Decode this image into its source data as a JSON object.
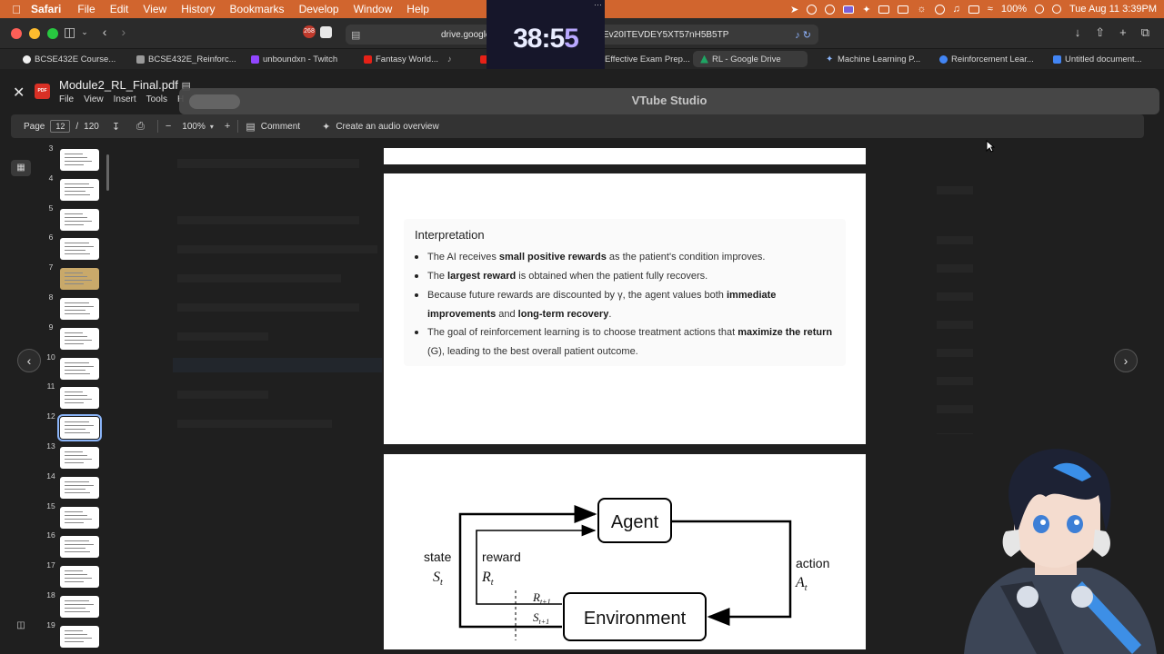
{
  "menubar": {
    "app": "Safari",
    "items": [
      "File",
      "Edit",
      "View",
      "History",
      "Bookmarks",
      "Develop",
      "Window",
      "Help"
    ],
    "battery": "100%",
    "datetime": "Tue Aug 11  3:39PM"
  },
  "safari": {
    "url_left": "drive.google",
    "url_right": "Ev20ITEVDEY5XT57nH5B5TP",
    "badge": "268"
  },
  "tabs": [
    {
      "label": "BCSE432E Course...",
      "color": "#111111"
    },
    {
      "label": "BCSE432E_Reinforc...",
      "color": "#8e8e8e"
    },
    {
      "label": "unboundxn - Twitch",
      "color": "#9146ff"
    },
    {
      "label": "Fantasy World...",
      "color": "#e62117"
    },
    {
      "label": "Effective Exam Prep...",
      "color": "#e62117"
    },
    {
      "label": "RL - Google Drive",
      "color": "#1fa463"
    },
    {
      "label": "Machine Learning P...",
      "color": "#4285f4"
    },
    {
      "label": "Reinforcement Lear...",
      "color": "#4285f4"
    },
    {
      "label": "Untitled document...",
      "color": "#4285f4"
    }
  ],
  "timer": {
    "text_a": "38:5",
    "text_b": "5"
  },
  "viewer": {
    "pdf_label": "PDF",
    "title": "Module2_RL_Final.pdf",
    "menu": [
      "File",
      "View",
      "Insert",
      "Tools",
      "H"
    ]
  },
  "vtube": {
    "title": "VTube Studio"
  },
  "toolbar": {
    "page_label": "Page",
    "page_current": "12",
    "page_sep": "/",
    "page_total": "120",
    "zoom": "100%",
    "comment": "Comment",
    "audio": "Create an audio overview"
  },
  "thumbnails": [
    "3",
    "4",
    "5",
    "6",
    "7",
    "8",
    "9",
    "10",
    "11",
    "12",
    "13",
    "14",
    "15",
    "16",
    "17",
    "18",
    "19"
  ],
  "selected_page": "12",
  "interpretation": {
    "heading": "Interpretation",
    "b1_a": "The AI receives ",
    "b1_b": "small positive rewards",
    "b1_c": " as the patient's condition improves.",
    "b2_a": "The ",
    "b2_b": "largest reward",
    "b2_c": " is obtained when the patient fully recovers.",
    "b3_a": "Because future rewards are discounted by γ, the agent values both ",
    "b3_b": "immediate improvements",
    "b3_c": " and ",
    "b3_d": "long-term recovery",
    "b3_e": ".",
    "b4_a": "The goal of reinforcement learning is to choose treatment actions that ",
    "b4_b": "maximize the return",
    "b4_c": " (G), leading to the best overall patient outcome."
  },
  "diagram": {
    "agent": "Agent",
    "environment": "Environment",
    "state": "state",
    "state_sym": "S",
    "state_sub": "t",
    "reward": "reward",
    "reward_sym": "R",
    "reward_sub": "t",
    "action": "action",
    "action_sym": "A",
    "action_sub": "t",
    "r_next": "R",
    "r_next_sub": "t+1",
    "s_next": "S",
    "s_next_sub": "t+1"
  },
  "colors": {
    "menubar": "#d1652e",
    "accent": "#8ab4f8"
  }
}
